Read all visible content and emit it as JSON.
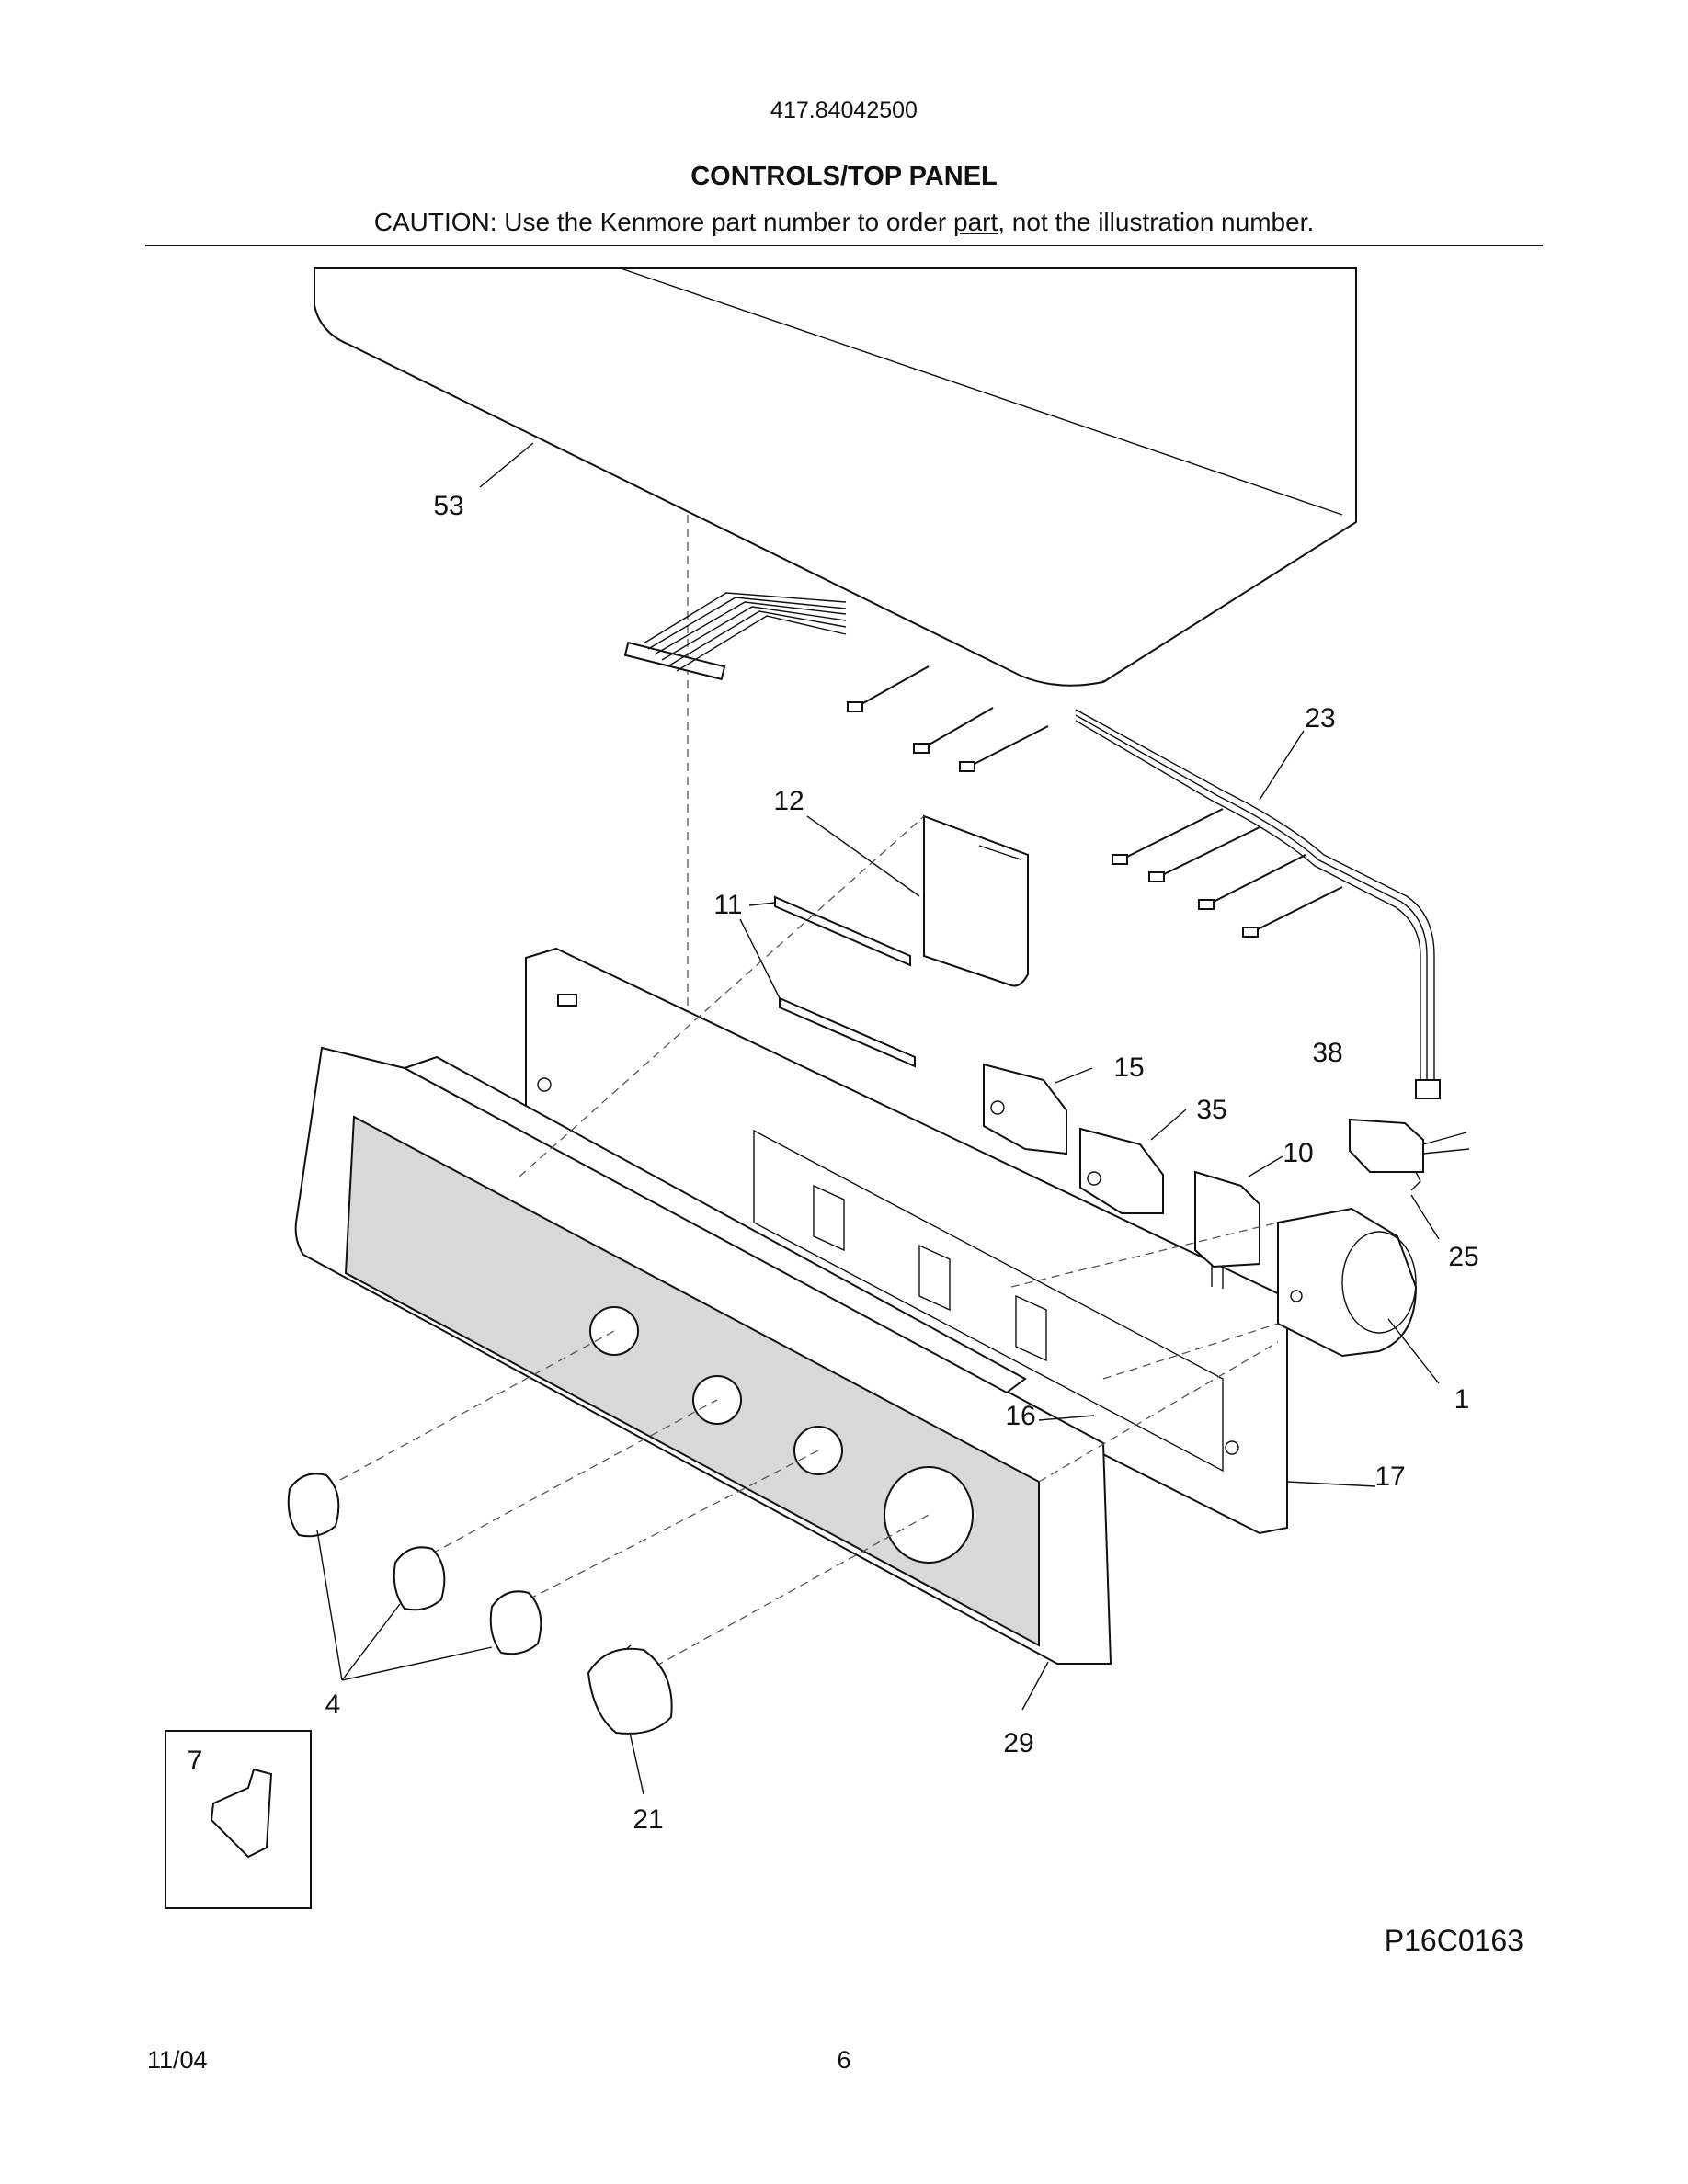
{
  "header": {
    "model_number": "417.84042500",
    "title": "CONTROLS/TOP PANEL",
    "caution_before": "CAUTION: Use the Kenmore part number to order ",
    "caution_underlined": "part",
    "caution_after": ", not the illustration number."
  },
  "callouts": [
    {
      "id": "53",
      "label": "53"
    },
    {
      "id": "23",
      "label": "23"
    },
    {
      "id": "12",
      "label": "12"
    },
    {
      "id": "11",
      "label": "11"
    },
    {
      "id": "15",
      "label": "15"
    },
    {
      "id": "38",
      "label": "38"
    },
    {
      "id": "35",
      "label": "35"
    },
    {
      "id": "10",
      "label": "10"
    },
    {
      "id": "25",
      "label": "25"
    },
    {
      "id": "1",
      "label": "1"
    },
    {
      "id": "16",
      "label": "16"
    },
    {
      "id": "17",
      "label": "17"
    },
    {
      "id": "4",
      "label": "4"
    },
    {
      "id": "29",
      "label": "29"
    },
    {
      "id": "7",
      "label": "7"
    },
    {
      "id": "21",
      "label": "21"
    }
  ],
  "figure_code": "P16C0163",
  "footer": {
    "date": "11/04",
    "page_number": "6"
  }
}
